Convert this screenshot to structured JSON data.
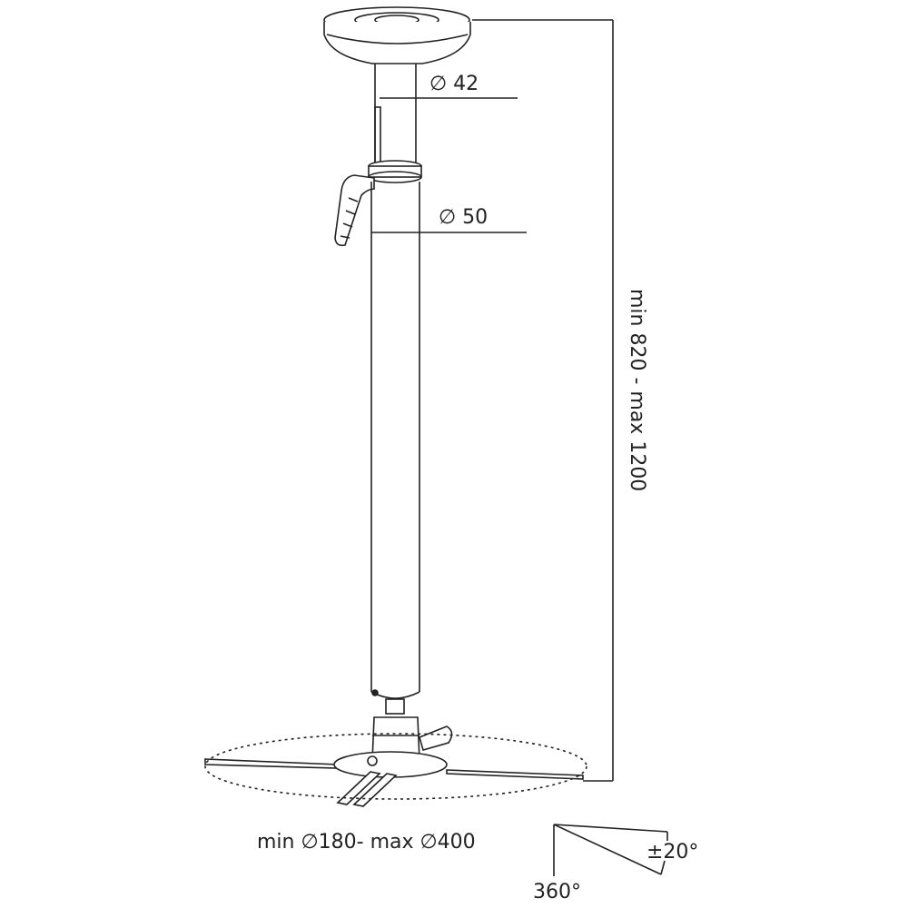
{
  "diagram": {
    "subject": "projector ceiling mount",
    "dimensions": {
      "inner_tube_diameter": "∅ 42",
      "outer_tube_diameter": "∅ 50",
      "height_range": "min 820 - max 1200",
      "bracket_range": "min ∅180- max ∅400",
      "tilt": "±20°",
      "rotation": "360°"
    },
    "colors": {
      "line": "#222222",
      "background": "#ffffff"
    }
  }
}
